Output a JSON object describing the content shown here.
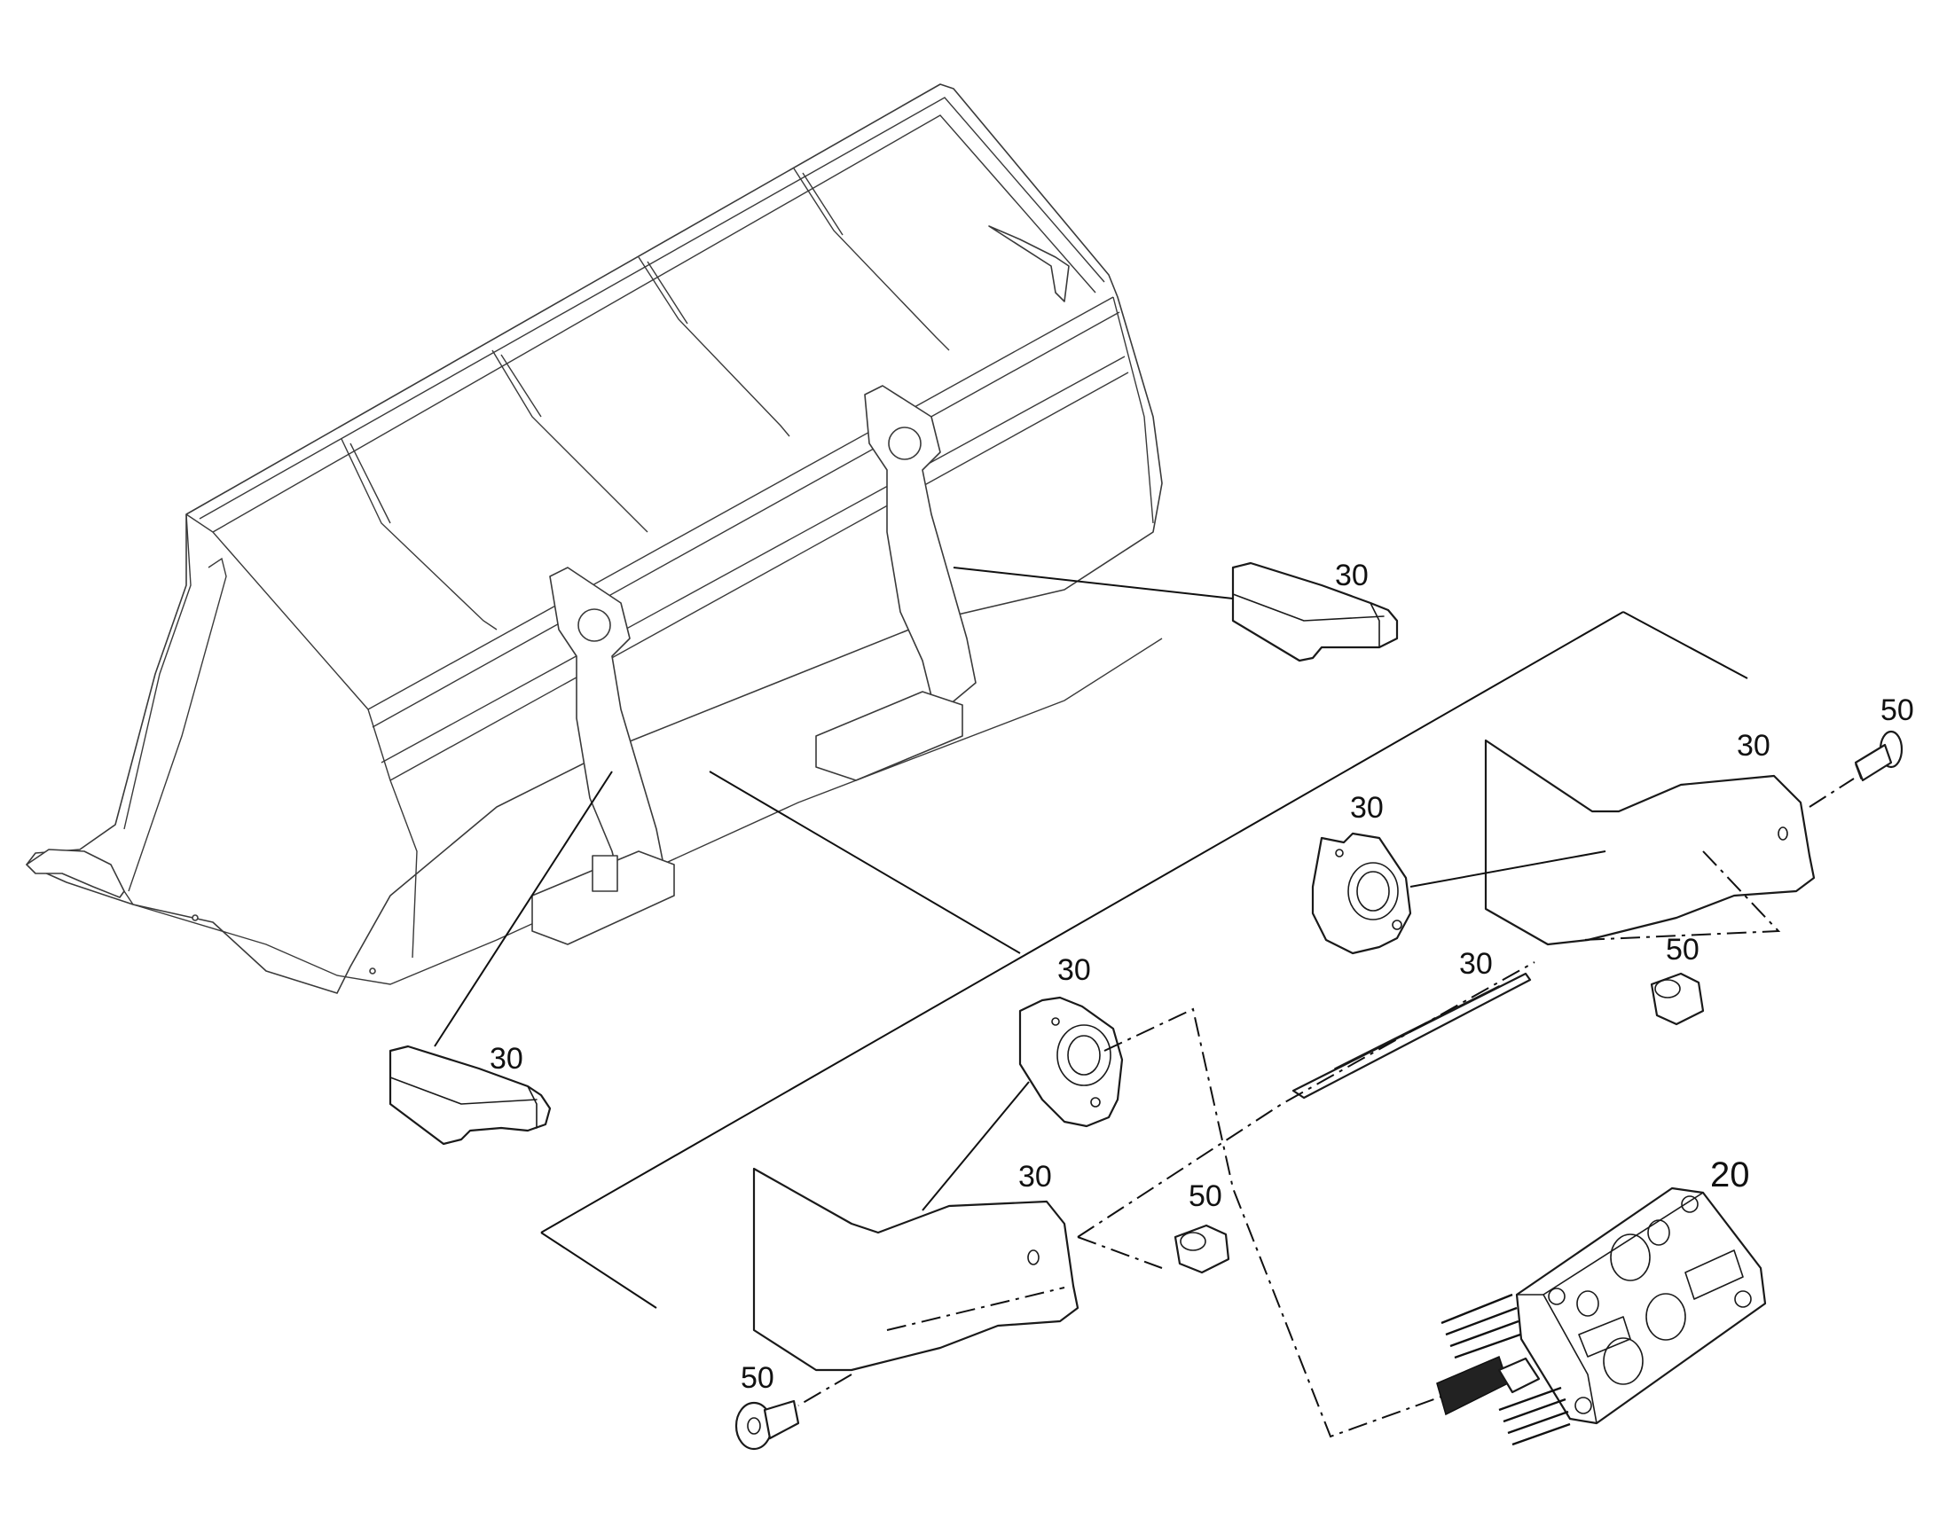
{
  "callouts": [
    {
      "id": "c1",
      "label": "30"
    },
    {
      "id": "c2",
      "label": "30"
    },
    {
      "id": "c3",
      "label": "30"
    },
    {
      "id": "c4",
      "label": "50"
    },
    {
      "id": "c5",
      "label": "30"
    },
    {
      "id": "c6",
      "label": "30"
    },
    {
      "id": "c7",
      "label": "50"
    },
    {
      "id": "c8",
      "label": "30"
    },
    {
      "id": "c9",
      "label": "30"
    },
    {
      "id": "c10",
      "label": "50"
    },
    {
      "id": "c11",
      "label": "50"
    },
    {
      "id": "c12",
      "label": "20"
    }
  ]
}
